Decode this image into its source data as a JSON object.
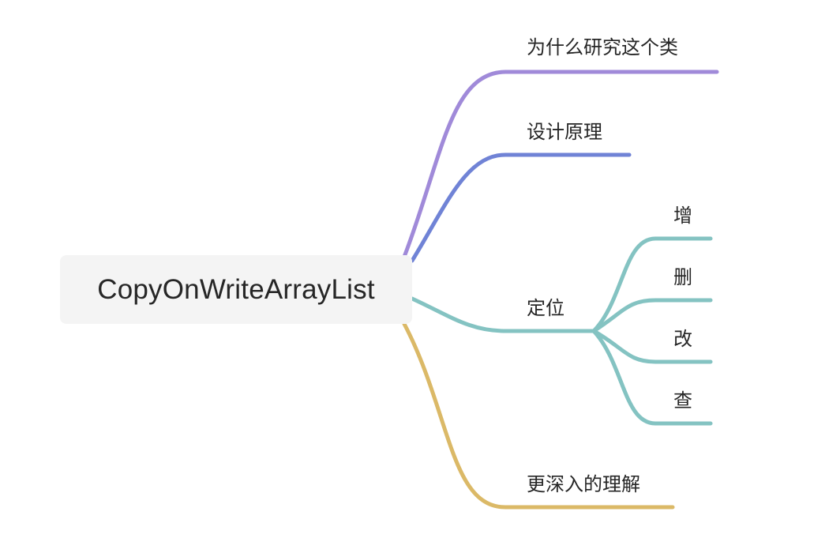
{
  "root": {
    "label": "CopyOnWriteArrayList"
  },
  "branches": [
    {
      "label": "为什么研究这个类",
      "color": "#a08ad9"
    },
    {
      "label": "设计原理",
      "color": "#7083d6"
    },
    {
      "label": "定位",
      "color": "#84c3c2",
      "children": [
        {
          "label": "增"
        },
        {
          "label": "删"
        },
        {
          "label": "改"
        },
        {
          "label": "查"
        }
      ]
    },
    {
      "label": "更深入的理解",
      "color": "#dbb967"
    }
  ]
}
